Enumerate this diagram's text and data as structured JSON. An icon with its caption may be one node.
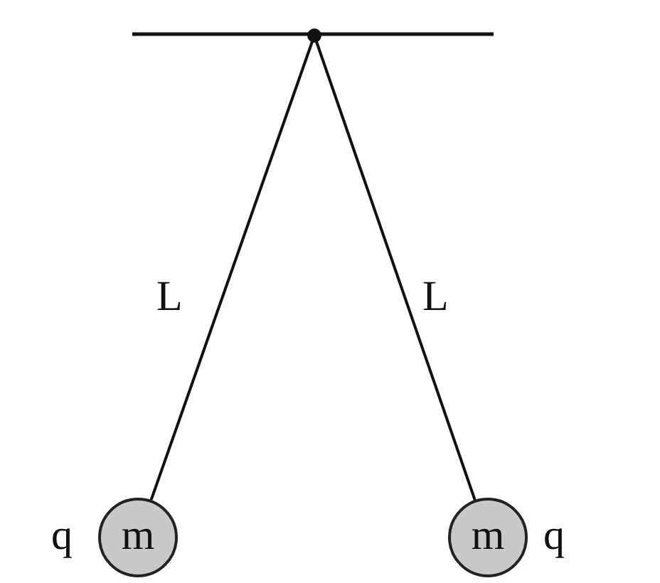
{
  "diagram": {
    "nodes": [
      {
        "text": [],
        "shape": "circle"
      },
      {
        "text": [
          "m"
        ],
        "beside": [
          "q"
        ]
      },
      {
        "text": [
          "m"
        ],
        "beside": [
          "q"
        ]
      }
    ],
    "edges": [
      {
        "from": 0,
        "to": 1,
        "arrow": "none",
        "label": "L"
      },
      {
        "from": 0,
        "to": 2,
        "arrow": "none",
        "label": "L"
      }
    ]
  }
}
